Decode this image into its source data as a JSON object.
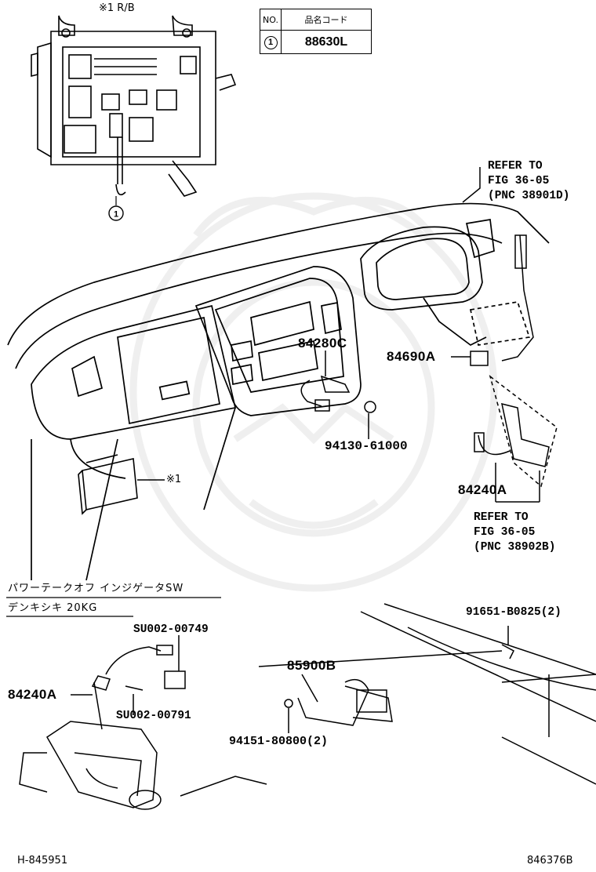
{
  "relay_block": {
    "label": "※1 R/B",
    "callout_number": "1"
  },
  "parts_table": {
    "header_no": "NO.",
    "header_code": "品名コード",
    "row_no": "1",
    "row_code": "88630L"
  },
  "part_numbers": {
    "p84280c": "84280C",
    "p84690a": "84690A",
    "p94130": "94130-61000",
    "p84240a_upper": "84240A",
    "p84240a_lower": "84240A",
    "p91651": "91651-B0825(2)",
    "p85900b": "85900B",
    "p94151": "94151-80800(2)",
    "su749": "SU002-00749",
    "su791": "SU002-00791"
  },
  "references": {
    "upper": [
      "REFER TO",
      "FIG 36-05",
      "(PNC 38901D)"
    ],
    "lower": [
      "REFER TO",
      "FIG 36-05",
      "(PNC 38902B)"
    ]
  },
  "markers": {
    "ecu_marker": "※1"
  },
  "japanese_notes": {
    "line1": "パワーテークオフ インジゲータSW",
    "line2": "デンキシキ 20KG"
  },
  "footer": {
    "left_code": "H-845951",
    "right_code": "846376B"
  }
}
